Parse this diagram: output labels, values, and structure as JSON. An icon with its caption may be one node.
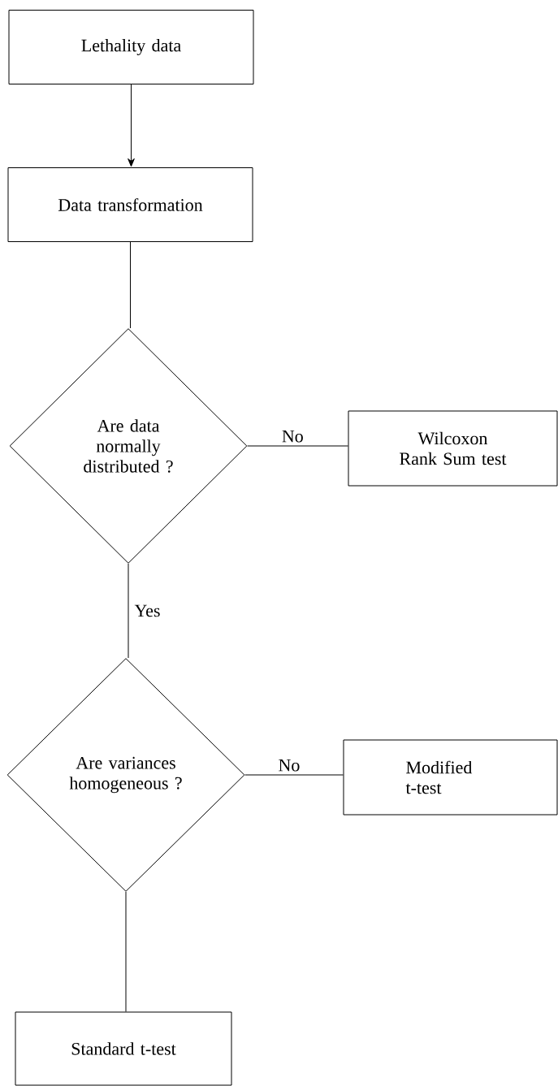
{
  "diagram": {
    "nodes": [
      {
        "text": [
          "Lethality data"
        ]
      },
      {
        "text": [
          "Data transformation"
        ]
      },
      {
        "text": [
          "Are data normally distributed ?"
        ]
      },
      {
        "text": [
          "Wilcoxon Rank Sum test"
        ]
      },
      {
        "text": [
          "Are variances homogeneous ?"
        ]
      },
      {
        "text": [
          "Modified t-test"
        ]
      },
      {
        "text": [
          "Standard t-test"
        ]
      }
    ],
    "edges": [
      {
        "from": 0,
        "to": 1,
        "arrow": "to"
      },
      {
        "from": 1,
        "to": 2,
        "arrow": "none"
      },
      {
        "from": 2,
        "to": 3,
        "arrow": "none",
        "label": "No"
      },
      {
        "from": 2,
        "to": 4,
        "arrow": "none",
        "label": "Yes"
      },
      {
        "from": 4,
        "to": 5,
        "arrow": "none",
        "label": "No"
      },
      {
        "from": 4,
        "to": 6,
        "arrow": "none"
      }
    ]
  }
}
